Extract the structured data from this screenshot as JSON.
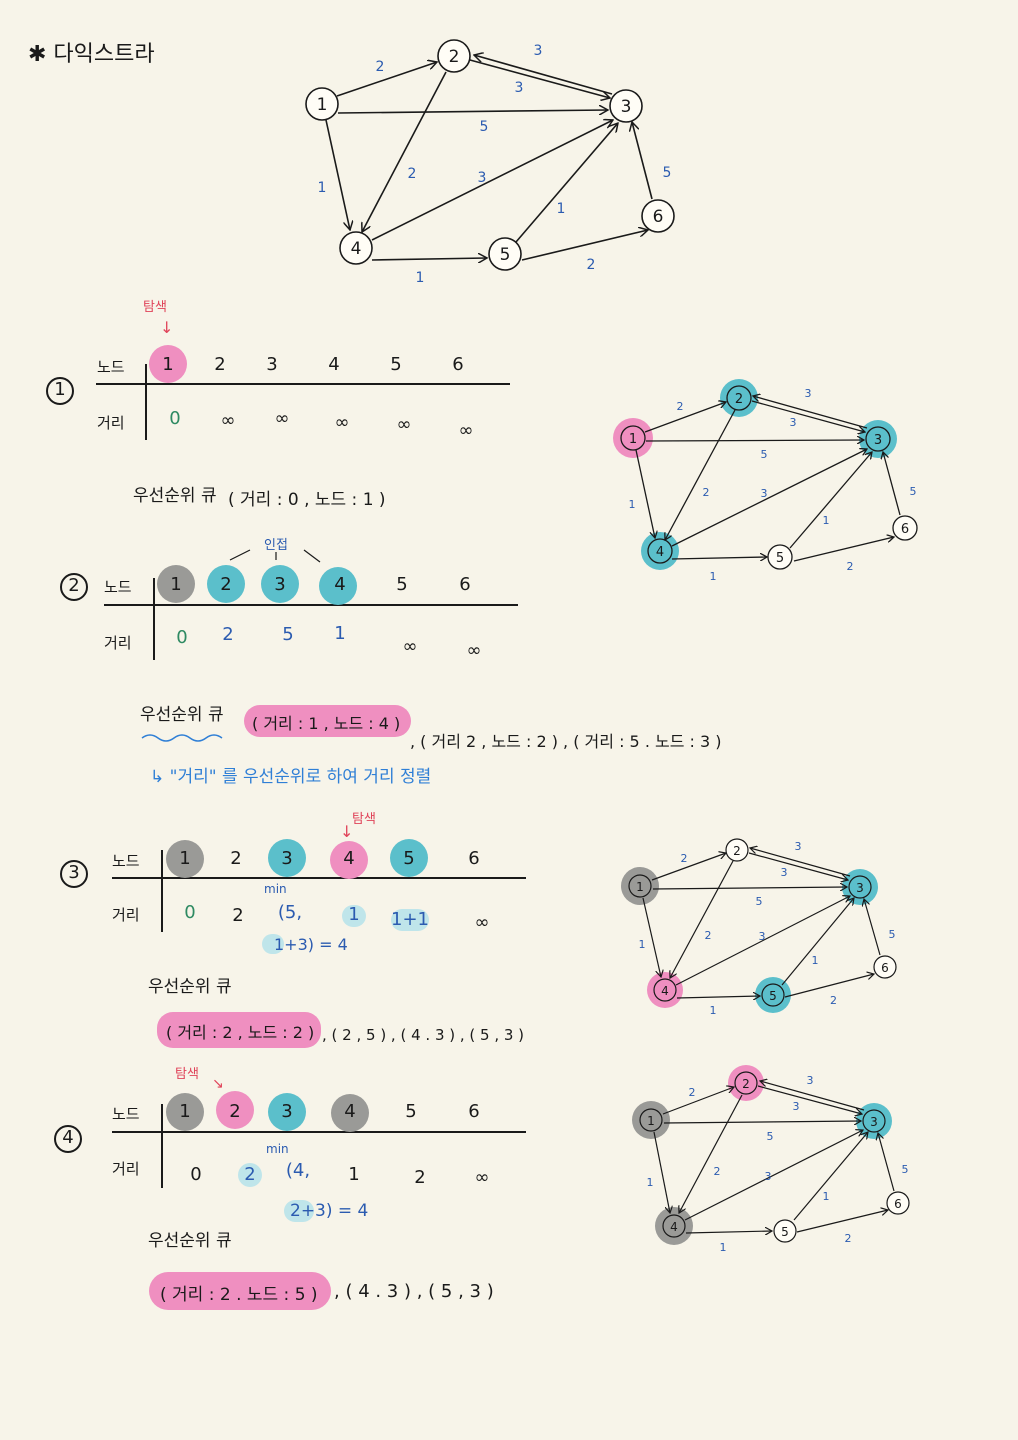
{
  "title": "✱ 다익스트라",
  "main_graph": {
    "nodes": [
      "1",
      "2",
      "3",
      "4",
      "5",
      "6"
    ],
    "edge_weights": [
      "2",
      "3",
      "3",
      "5",
      "1",
      "2",
      "3",
      "1",
      "5",
      "1",
      "2"
    ]
  },
  "step1": {
    "mark": "1",
    "annotation": "탐색",
    "row_node_label": "노드",
    "row_dist_label": "거리",
    "nodes": [
      "1",
      "2",
      "3",
      "4",
      "5",
      "6"
    ],
    "dists": [
      "0",
      "∞",
      "∞",
      "∞",
      "∞",
      "∞"
    ],
    "pq_label": "우선순위 큐",
    "pq_text": "( 거리 : 0 ,  노드 : 1 )"
  },
  "step2": {
    "mark": "2",
    "annotation": "인접",
    "row_node_label": "노드",
    "row_dist_label": "거리",
    "nodes": [
      "1",
      "2",
      "3",
      "4",
      "5",
      "6"
    ],
    "dists": [
      "0",
      "2",
      "5",
      "1",
      "∞",
      "∞"
    ],
    "pq_label": "우선순위 큐",
    "pq_first": "( 거리 : 1 ,  노드 : 4 )",
    "pq_rest": ", ( 거리 2 , 노드 : 2 ) ,  ( 거리 : 5 . 노드 : 3 )",
    "note": "↳ \"거리\" 를  우선순위로 하여  거리 정렬"
  },
  "step3": {
    "mark": "3",
    "annotation": "탐색",
    "min_label": "min",
    "row_node_label": "노드",
    "row_dist_label": "거리",
    "nodes": [
      "1",
      "2",
      "3",
      "4",
      "5",
      "6"
    ],
    "dists": [
      "0",
      "2",
      "(5,",
      "1",
      "1+1",
      "∞"
    ],
    "calc": "1+3) = 4",
    "pq_label": "우선순위 큐",
    "pq_first": "( 거리 : 2 ,  노드 : 2 )",
    "pq_rest": ", ( 2 , 5 ) , ( 4 . 3 ) , ( 5 , 3 )"
  },
  "step4": {
    "mark": "4",
    "annotation": "탐색",
    "min_label": "min",
    "row_node_label": "노드",
    "row_dist_label": "거리",
    "nodes": [
      "1",
      "2",
      "3",
      "4",
      "5",
      "6"
    ],
    "dists": [
      "0",
      "2",
      "(4,",
      "1",
      "2",
      "∞"
    ],
    "calc": "2+3) = 4",
    "pq_label": "우선순위 큐",
    "pq_first": "( 거리 : 2 . 노드 : 5 )",
    "pq_rest": ", ( 4 . 3 ) ,  ( 5 , 3 )"
  },
  "colors": {
    "pink": "#ef8fc0",
    "teal": "#5bbfcb",
    "gray": "#9a9a97",
    "weight_blue": "#2b5bb0",
    "note_blue": "#2f7fd6",
    "annotation_red": "#e0445a",
    "background": "#f7f4e9"
  }
}
